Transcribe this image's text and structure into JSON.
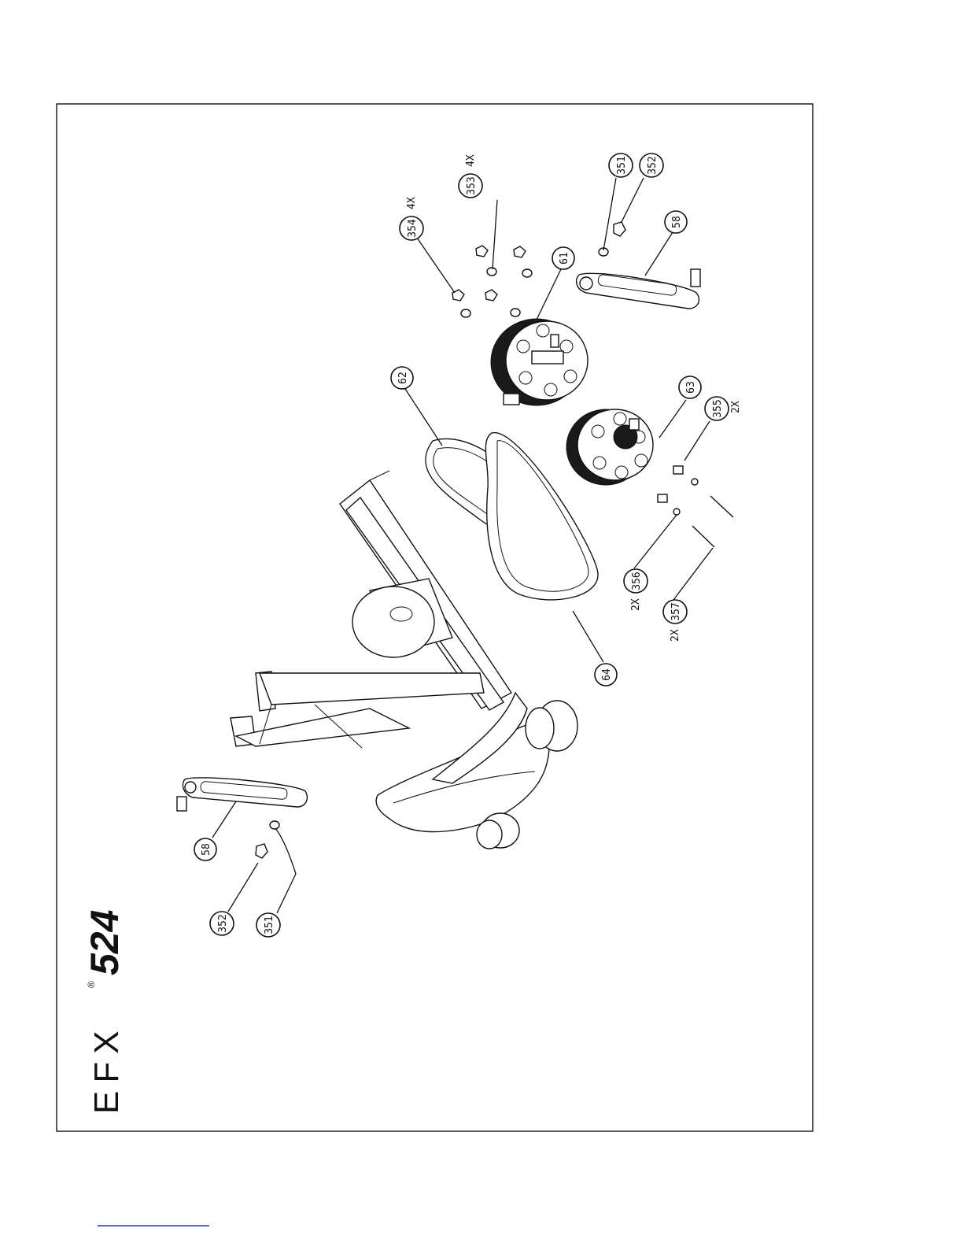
{
  "brand": {
    "model_light": "EFX",
    "registered": "®",
    "model_bold": "524"
  },
  "callouts": [
    {
      "id": "c-354",
      "label": "354",
      "qty": "4X"
    },
    {
      "id": "c-353",
      "label": "353",
      "qty": "4X"
    },
    {
      "id": "c-351-top",
      "label": "351",
      "qty": ""
    },
    {
      "id": "c-352-top",
      "label": "352",
      "qty": ""
    },
    {
      "id": "c-58-top",
      "label": "58",
      "qty": ""
    },
    {
      "id": "c-61",
      "label": "61",
      "qty": ""
    },
    {
      "id": "c-62",
      "label": "62",
      "qty": ""
    },
    {
      "id": "c-63",
      "label": "63",
      "qty": ""
    },
    {
      "id": "c-355",
      "label": "355",
      "qty": "2X"
    },
    {
      "id": "c-356",
      "label": "356",
      "qty": "2X"
    },
    {
      "id": "c-357",
      "label": "357",
      "qty": "2X"
    },
    {
      "id": "c-64",
      "label": "64",
      "qty": ""
    },
    {
      "id": "c-58-bottom",
      "label": "58",
      "qty": ""
    },
    {
      "id": "c-352-bottom",
      "label": "352",
      "qty": ""
    },
    {
      "id": "c-351-bottom",
      "label": "351",
      "qty": ""
    }
  ]
}
